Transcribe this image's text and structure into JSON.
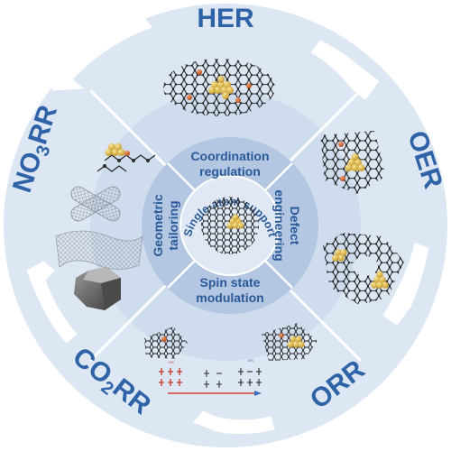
{
  "reactions": {
    "her": "HER",
    "oer": "OER",
    "orr": "ORR",
    "co2rr": {
      "prefix": "CO",
      "sub": "2",
      "suffix": "RR"
    },
    "no3rr": {
      "prefix": "NO",
      "sub": "3",
      "suffix": "RR"
    }
  },
  "strategies": {
    "top_line1": "Coordination",
    "top_line2": "regulation",
    "right_line1": "Defect",
    "right_line2": "engineering",
    "bottom_line1": "Spin state",
    "bottom_line2": "modulation",
    "left_line1": "Geometric",
    "left_line2": "tailoring"
  },
  "center": {
    "label": "Single-atom support"
  },
  "colors": {
    "outer_ring": "#dde6f3",
    "mid_ring": "#c3d2e8",
    "inner_ring": "#a8bedc",
    "text_blue": "#2f63a8",
    "carbon": "#2b2b2b",
    "metal_cluster": "#d8b446",
    "single_atom": "#d0602a"
  },
  "spin_diagram": {
    "left_tag": "HS",
    "right_tag": "MS"
  }
}
